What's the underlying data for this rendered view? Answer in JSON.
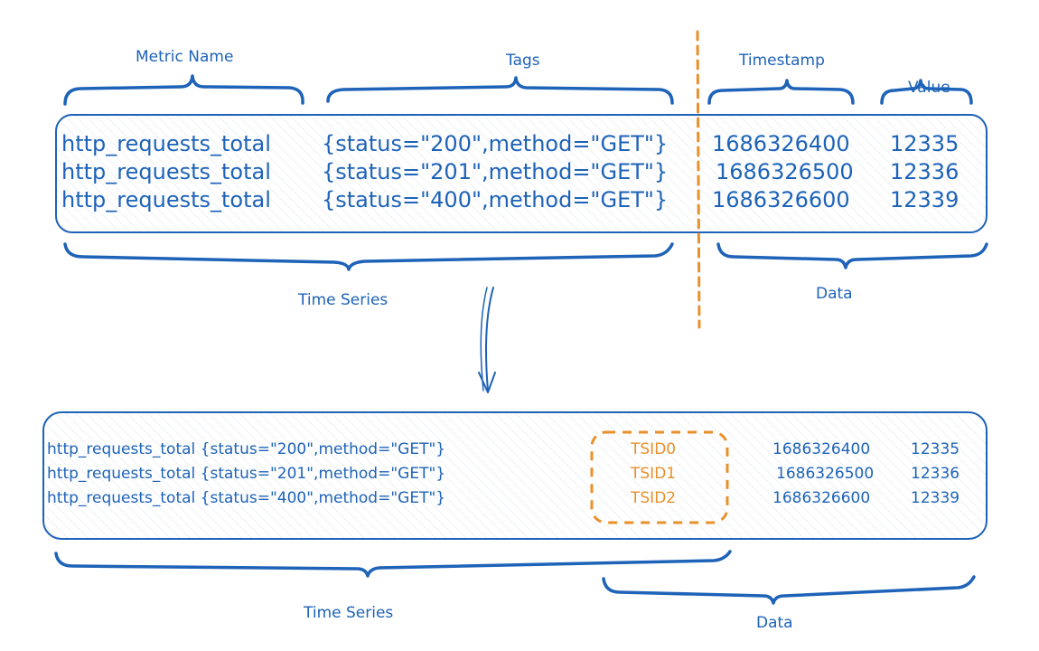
{
  "top": {
    "labels": {
      "metric_name": "Metric Name",
      "tags": "Tags",
      "timestamp": "Timestamp",
      "value": "Value",
      "time_series": "Time Series",
      "data": "Data"
    },
    "rows": [
      {
        "metric": "http_requests_total",
        "tags": "{status=\"200\",method=\"GET\"}",
        "timestamp": "1686326400",
        "value": "12335"
      },
      {
        "metric": "http_requests_total",
        "tags": "{status=\"201\",method=\"GET\"}",
        "timestamp": "1686326500",
        "value": "12336"
      },
      {
        "metric": "http_requests_total",
        "tags": "{status=\"400\",method=\"GET\"}",
        "timestamp": "1686326600",
        "value": "12339"
      }
    ]
  },
  "bottom": {
    "labels": {
      "time_series": "Time Series",
      "data": "Data"
    },
    "rows": [
      {
        "series": "http_requests_total {status=\"200\",method=\"GET\"}",
        "tsid": "TSID0",
        "timestamp": "1686326400",
        "value": "12335"
      },
      {
        "series": "http_requests_total {status=\"201\",method=\"GET\"}",
        "tsid": "TSID1",
        "timestamp": "1686326500",
        "value": "12336"
      },
      {
        "series": "http_requests_total {status=\"400\",method=\"GET\"}",
        "tsid": "TSID2",
        "timestamp": "1686326600",
        "value": "12339"
      }
    ]
  },
  "colors": {
    "ink": "#1e63b8",
    "accent": "#e8902a"
  }
}
